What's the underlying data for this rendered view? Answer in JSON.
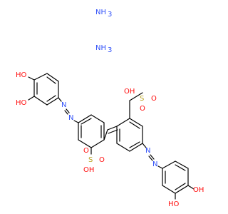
{
  "diagram": {
    "kind": "chemical-structure",
    "colors": {
      "bond": "#000000",
      "oxygen": "#ff0d0d",
      "nitrogen": "#3050f8",
      "sulfur": "#b8a21f",
      "hydrogen": "#000000"
    },
    "counter_ions": [
      "NH",
      "NH"
    ],
    "hydroxyl_labels": [
      "HO",
      "HO",
      "OH",
      "HO"
    ],
    "sulfonic_groups": [
      {
        "s": "S",
        "o_top": "O",
        "o_side": "O",
        "oh": "OH"
      },
      {
        "s": "S",
        "o_top": "O",
        "o_side": "O",
        "oh": "OH"
      }
    ],
    "azo_n": [
      "N",
      "N",
      "N",
      "N"
    ]
  }
}
